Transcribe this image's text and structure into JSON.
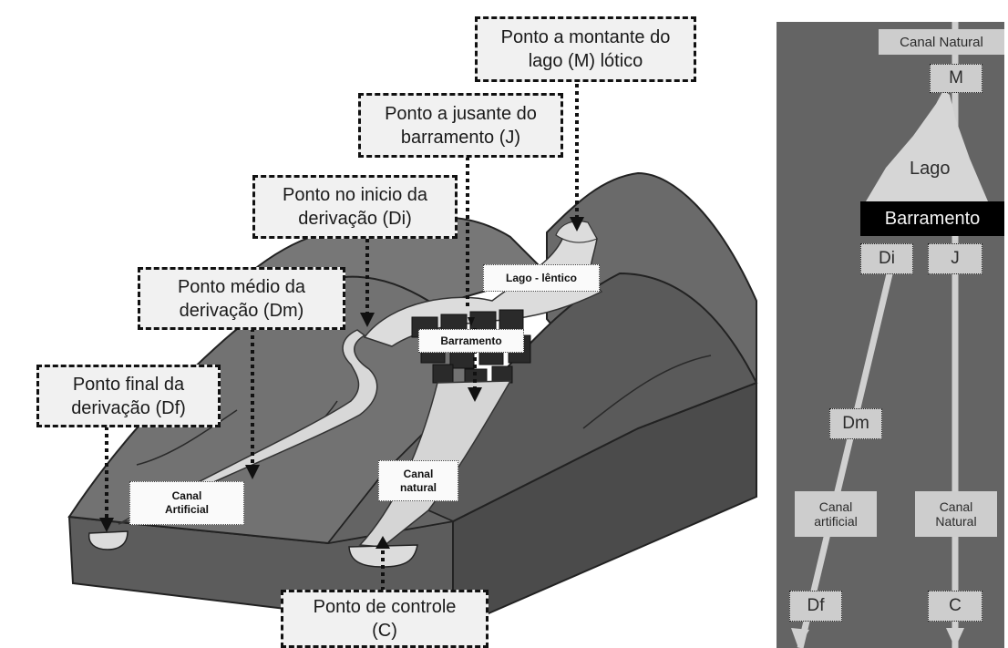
{
  "callouts": {
    "montante": "Ponto a montante do\nlago (M) lótico",
    "jusante": "Ponto a jusante do\nbarramento (J)",
    "inicio": "Ponto no inicio da\nderivação (Di)",
    "medio": "Ponto médio da\nderivação (Dm)",
    "final": "Ponto final da\nderivação (Df)",
    "controle": "Ponto de controle\n(C)"
  },
  "labels": {
    "lago_lentico": "Lago - lêntico",
    "barramento": "Barramento",
    "canal_natural": "Canal\nnatural",
    "canal_artificial": "Canal\nArtificial"
  },
  "schematic": {
    "canal_natural_top": "Canal Natural",
    "m": "M",
    "lago": "Lago",
    "barramento": "Barramento",
    "di": "Di",
    "j": "J",
    "dm": "Dm",
    "canal_artificial": "Canal\nartificial",
    "canal_natural": "Canal\nNatural",
    "df": "Df",
    "c": "C"
  },
  "colors": {
    "hill_dark": "#4a4a4a",
    "hill_mid": "#6e6e6e",
    "hill_light": "#8a8a8a",
    "water": "#dcdcdc",
    "schematic_bg": "#646464",
    "callout_fill": "#f1f1f1"
  }
}
